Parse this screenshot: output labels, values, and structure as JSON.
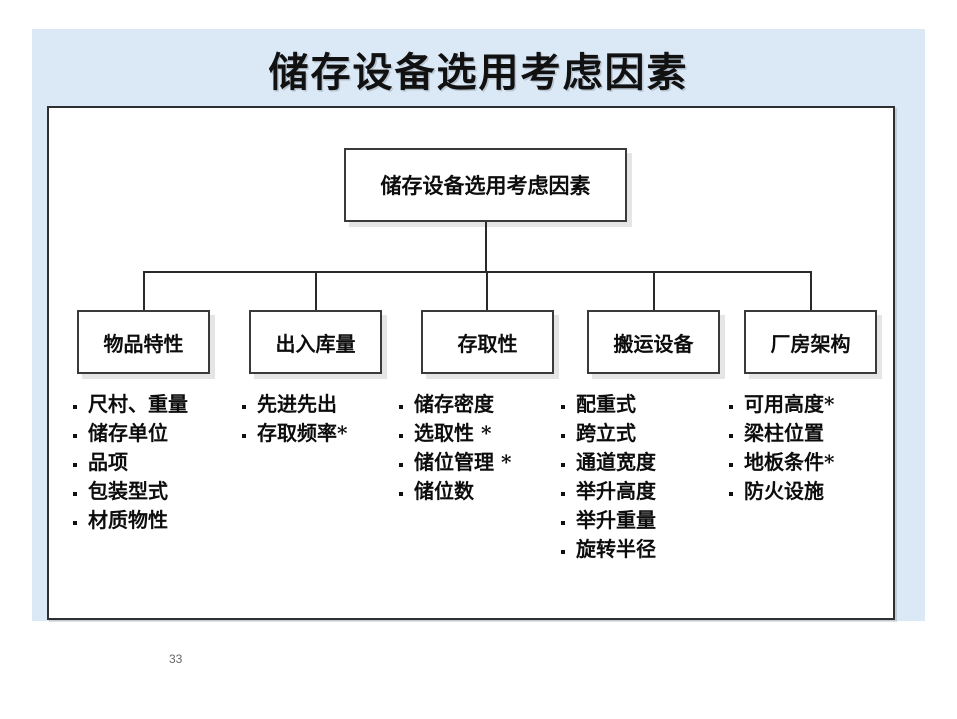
{
  "slide": {
    "title": "储存设备选用考虑因素",
    "page_number": "33",
    "colors": {
      "background": "#dbe9f7",
      "panel": "#ffffff",
      "border": "#2f2f2f",
      "text": "#0d0d0d"
    }
  },
  "chart_data": {
    "type": "diagram",
    "title": "储存设备选用考虑因素",
    "root": {
      "label": "储存设备选用考虑因素"
    },
    "branches": [
      {
        "label": "物品特性",
        "items": [
          "尺村、重量",
          "储存单位",
          "品项",
          "包装型式",
          "材质物性"
        ]
      },
      {
        "label": "出入库量",
        "items": [
          "先进先出",
          "存取频率*"
        ]
      },
      {
        "label": "存取性",
        "items": [
          "储存密度",
          "选取性 *",
          "储位管理 *",
          "储位数"
        ]
      },
      {
        "label": "搬运设备",
        "items": [
          "配重式",
          "跨立式",
          "通道宽度",
          "举升高度",
          "举升重量",
          "旋转半径"
        ]
      },
      {
        "label": "厂房架构",
        "items": [
          "可用高度*",
          "梁柱位置",
          "地板条件*",
          "防火设施"
        ]
      }
    ]
  }
}
